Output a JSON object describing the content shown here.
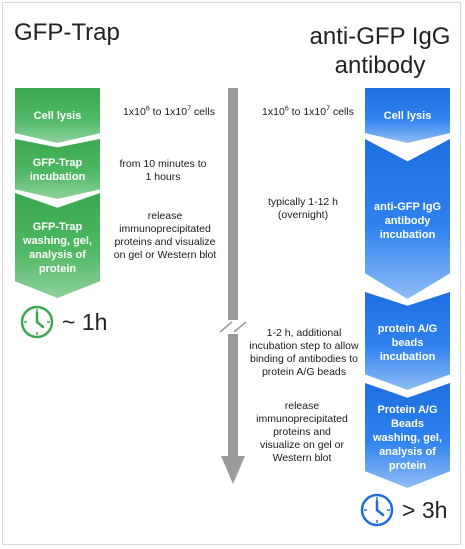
{
  "left": {
    "title": "GFP-Trap",
    "steps": [
      "Cell lysis",
      "GFP-Trap incubation",
      "GFP-Trap washing, gel, analysis of protein"
    ],
    "duration": "~ 1h"
  },
  "right": {
    "title": "anti-GFP IgG antibody",
    "steps": [
      "Cell lysis",
      "anti-GFP IgG antibody incubation",
      "protein A/G beads incubation",
      "Protein A/G Beads washing, gel, analysis of protein"
    ],
    "duration": "> 3h"
  },
  "annotations": {
    "left_cells_prefix": "1x10",
    "left_cells_exp1": "6",
    "left_cells_mid": " to 1x10",
    "left_cells_exp2": "7",
    "left_cells_suffix": " cells",
    "left_incubation": "from 10 minutes to 1 hours",
    "left_analysis": "release immunoprecipitated proteins and visualize on gel or Western blot",
    "right_cells_prefix": "1x10",
    "right_cells_exp1": "6",
    "right_cells_mid": " to 1x10",
    "right_cells_exp2": "7",
    "right_cells_suffix": " cells",
    "right_incubation": "typically 1-12 h (overnight)",
    "right_beads": "1-2 h, additional incubation step to allow binding of antibodies to protein A/G beads",
    "right_analysis": "release immunoprecipitated proteins and visualize on gel or Western blot"
  },
  "colors": {
    "green": "#3aa850",
    "blue": "#1d6fe0",
    "arrow": "#9a9a9a"
  },
  "icons": {
    "left_clock": "clock-icon",
    "right_clock": "clock-icon"
  }
}
